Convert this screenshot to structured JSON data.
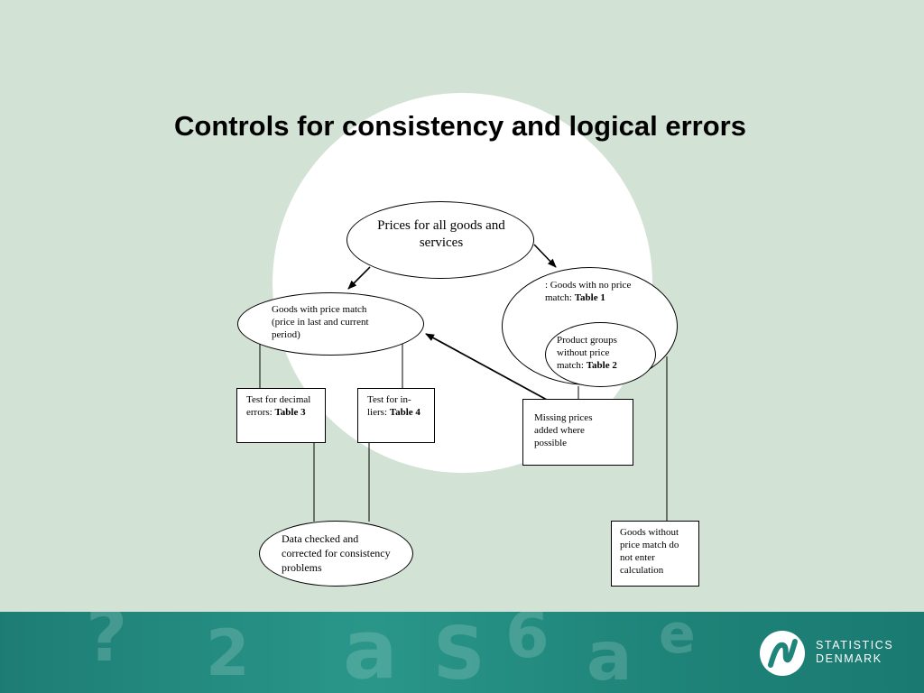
{
  "title": "Controls for consistency and logical errors",
  "nodes": {
    "prices_all": "Prices for all goods and services",
    "goods_match": "Goods with price match (price in last and current period)",
    "goods_no_match_prefix": ": Goods with no price match: ",
    "goods_no_match_table": "Table 1",
    "product_groups_prefix": "Product groups without price match: ",
    "product_groups_table": "Table 2",
    "decimal_prefix": "Test for decimal errors: ",
    "decimal_table": "Table 3",
    "inliers_prefix": "Test for in-liers: ",
    "inliers_table": "Table 4",
    "missing_prices": "Missing prices added where possible",
    "data_checked": "Data checked and corrected for consistency problems",
    "goods_without": "Goods without price match do not enter calculation"
  },
  "footer": {
    "brand_line1": "STATISTICS",
    "brand_line2": "DENMARK",
    "logo_icon": "statistics-denmark-logo-icon"
  },
  "colors": {
    "background": "#d2e2d4",
    "footer": "#1f8479",
    "circle": "#ffffff"
  }
}
